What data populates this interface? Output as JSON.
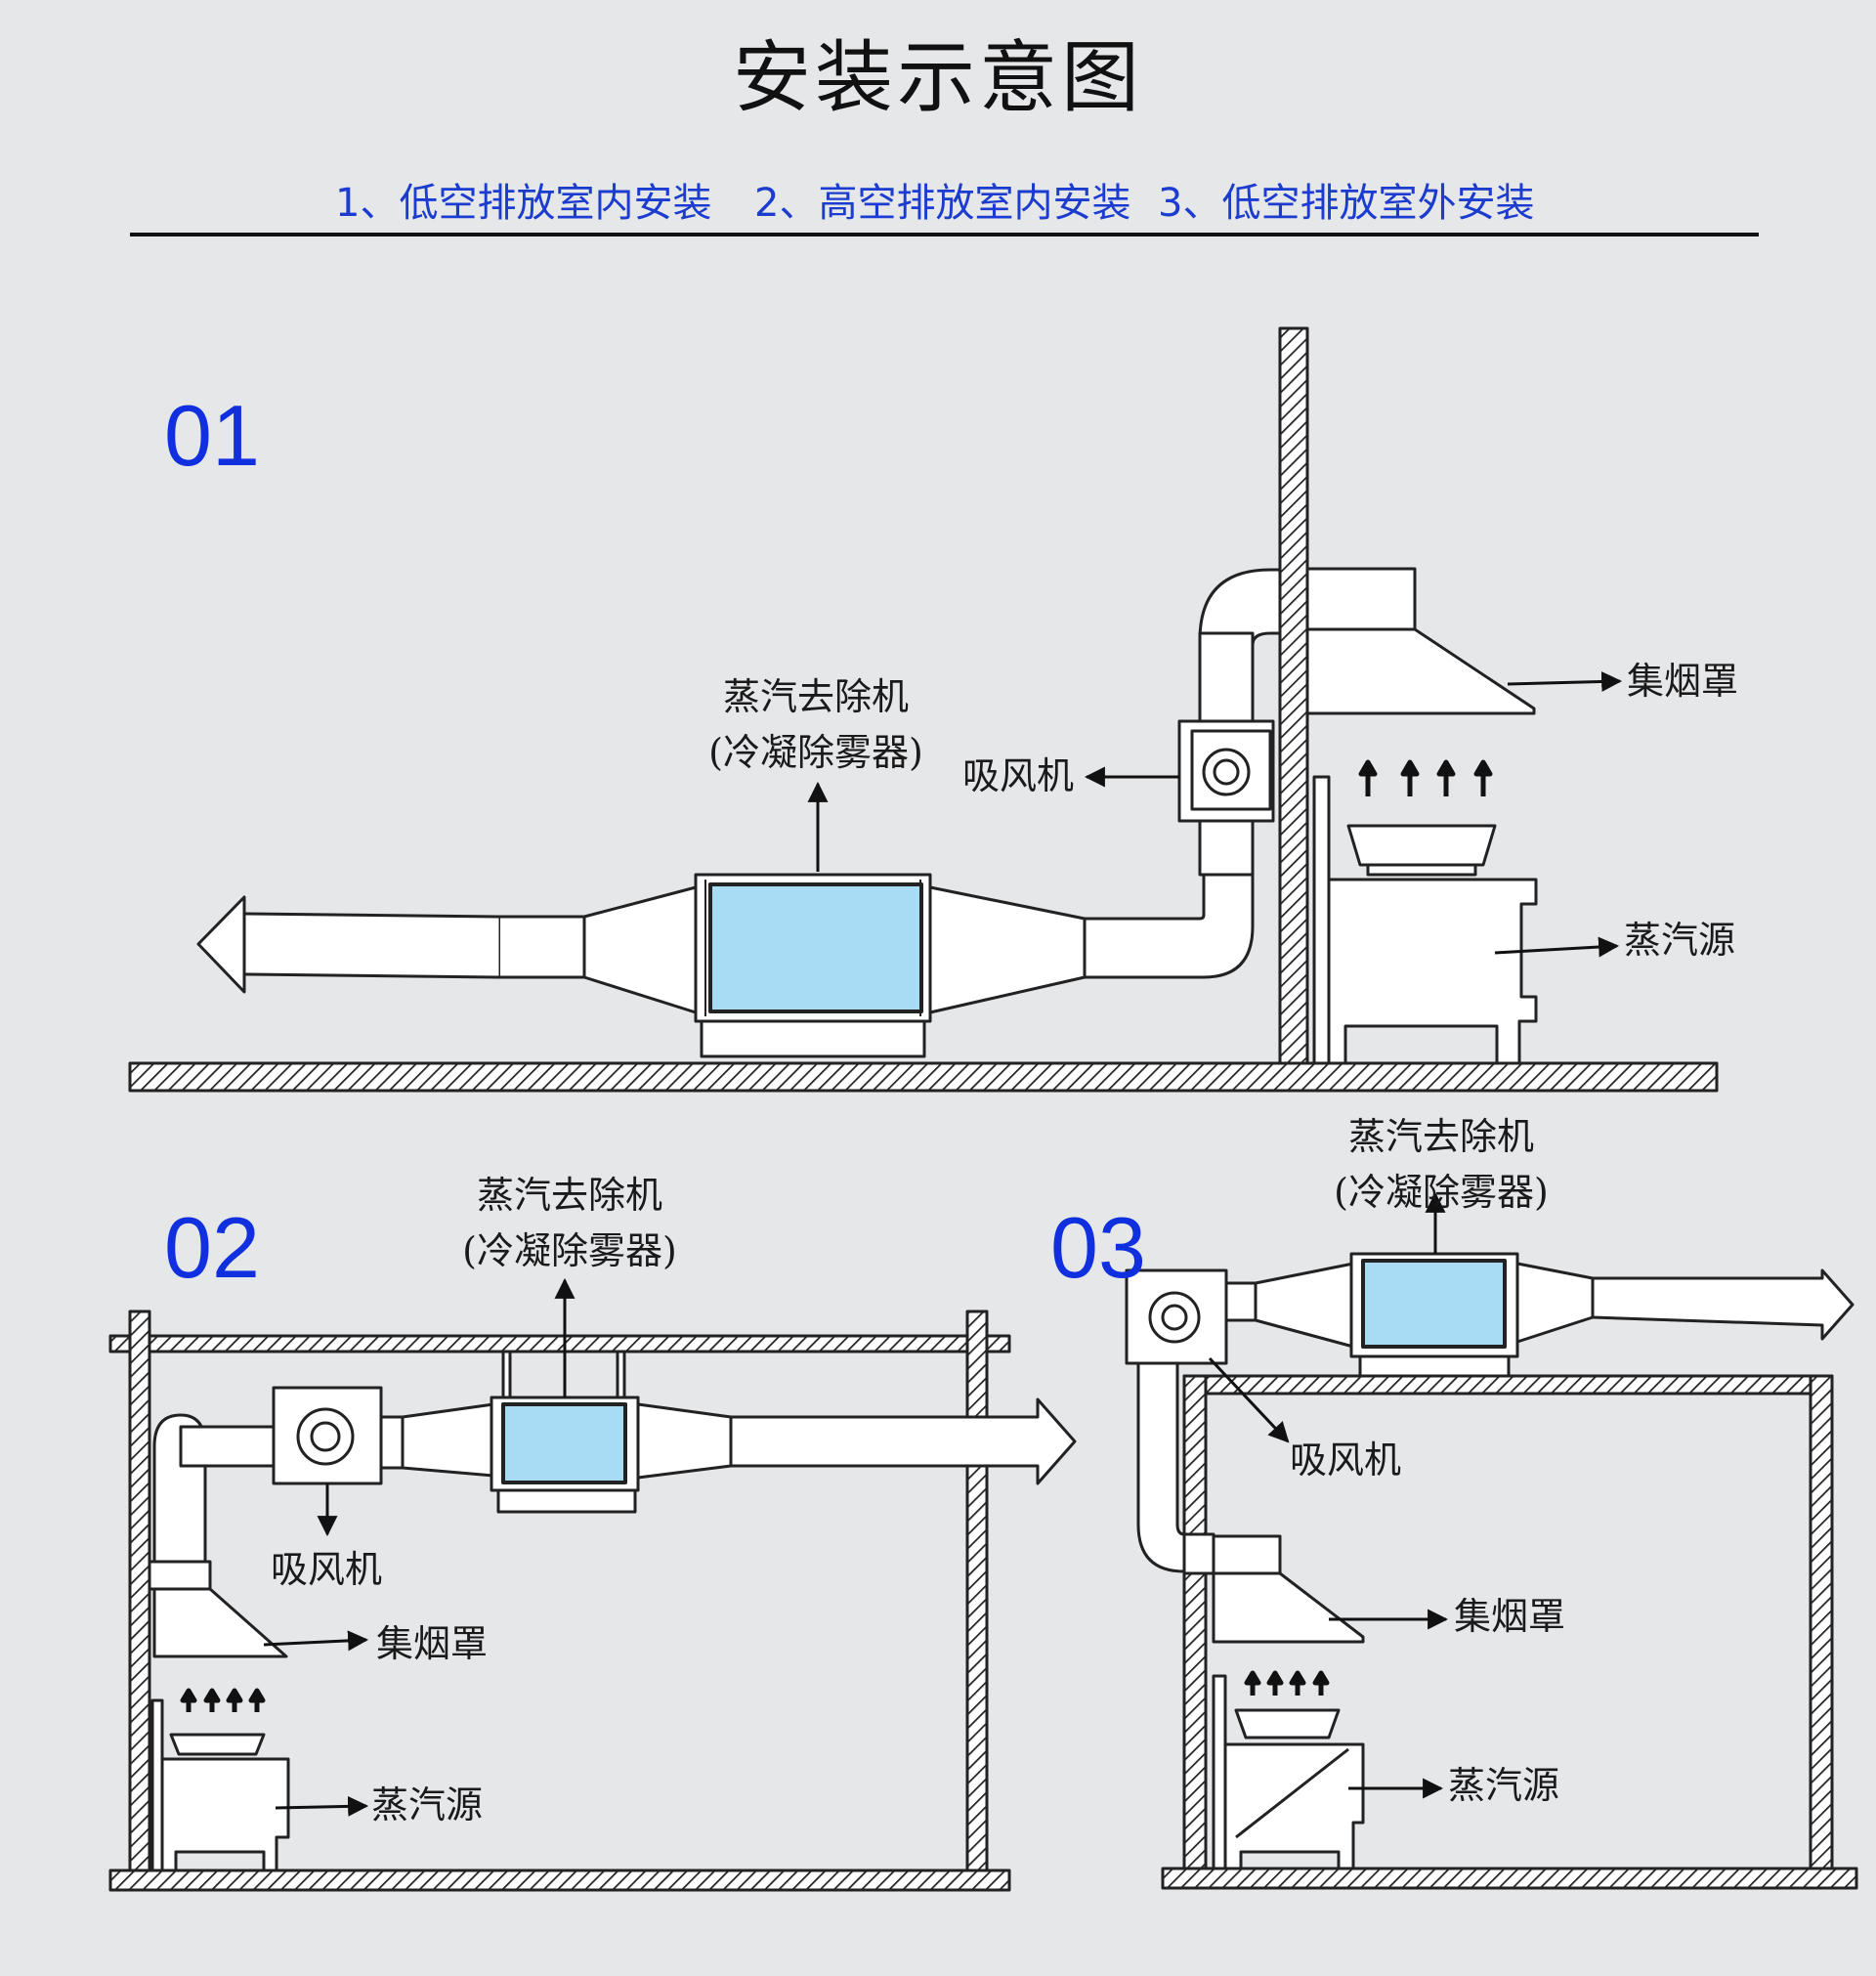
{
  "title": "安装示意图",
  "subtitle": {
    "item1": "1、低空排放室内安装",
    "item2": "2、高空排放室内安装",
    "item3": "3、低空排放室外安装"
  },
  "sections": [
    {
      "number": "01",
      "device_line1": "蒸汽去除机",
      "device_line2": "(冷凝除雾器)",
      "fan": "吸风机",
      "hood": "集烟罩",
      "source": "蒸汽源"
    },
    {
      "number": "02",
      "device_line1": "蒸汽去除机",
      "device_line2": "(冷凝除雾器)",
      "fan": "吸风机",
      "hood": "集烟罩",
      "source": "蒸汽源"
    },
    {
      "number": "03",
      "device_line1": "蒸汽去除机",
      "device_line2": "(冷凝除雾器)",
      "fan": "吸风机",
      "hood": "集烟罩",
      "source": "蒸汽源"
    }
  ],
  "colors": {
    "background": "#e6e7e9",
    "device_fill": "#a8dcf5",
    "section_number": "#1030e0",
    "subtitle": "#1b3ccf"
  }
}
